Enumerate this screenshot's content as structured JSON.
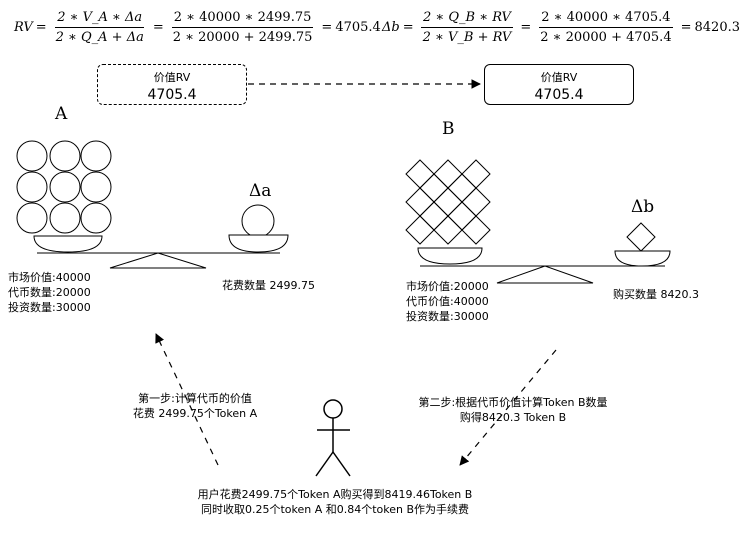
{
  "formula_rv": {
    "lhs": "RV",
    "f1_num": "2 ∗ V_A ∗ Δa",
    "f1_den": "2 ∗ Q_A + Δa",
    "f2_num": "2 ∗ 40000 ∗ 2499.75",
    "f2_den": "2 ∗ 20000 + 2499.75",
    "result": "4705.4"
  },
  "formula_db": {
    "lhs": "Δb",
    "f1_num": "2 ∗ Q_B ∗ RV",
    "f1_den": "2 ∗ V_B + RV",
    "f2_num": "2 ∗ 40000 ∗ 4705.4",
    "f2_den": "2 ∗ 20000 + 4705.4",
    "result": "8420.3"
  },
  "rv_box_left": {
    "label": "价值RV",
    "value": "4705.4"
  },
  "rv_box_right": {
    "label": "价值RV",
    "value": "4705.4"
  },
  "pool_a": {
    "letter": "A",
    "delta_label": "Δa",
    "stats": [
      "市场价值:40000",
      "代币数量:20000",
      "投资数量:30000"
    ],
    "spend_label": "花费数量 2499.75"
  },
  "pool_b": {
    "letter": "B",
    "delta_label": "Δb",
    "stats": [
      "市场价值:20000",
      "代币价值:40000",
      "投资数量:30000"
    ],
    "buy_label": "购买数量 8420.3"
  },
  "step1": [
    "第一步:计算代币的价值",
    "花费 2499.75个Token A"
  ],
  "step2": [
    "第二步:根据代币价值计算Token B数量",
    "购得8420.3 Token B"
  ],
  "user_text": [
    "用户花费2499.75个Token  A购买得到8419.46Token B",
    "同时收取0.25个token A 和0.84个token B作为手续费"
  ]
}
